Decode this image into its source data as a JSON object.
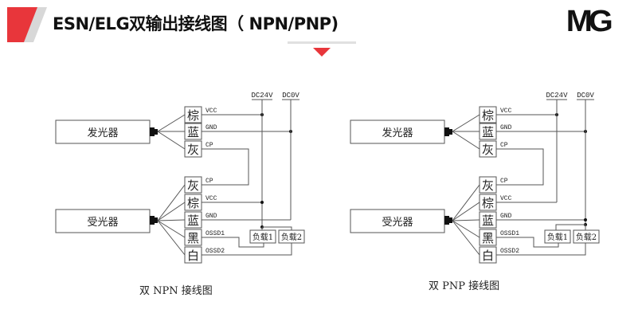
{
  "header": {
    "title": "ESN/ELG双输出接线图（ NPN/PNP)",
    "logo": "MG",
    "accent_color": "#e8363b",
    "accent_shadow_color": "#d8d8d8"
  },
  "diagrams": [
    {
      "id": "npn",
      "caption": "双 NPN 接线图",
      "emitter_label": "发光器",
      "receiver_label": "受光器",
      "rails": [
        "DC24V",
        "DC0V"
      ],
      "emitter_wires": [
        {
          "color_label": "棕",
          "signal": "VCC"
        },
        {
          "color_label": "蓝",
          "signal": "GND"
        },
        {
          "color_label": "灰",
          "signal": "CP"
        }
      ],
      "receiver_wires": [
        {
          "color_label": "灰",
          "signal": "CP"
        },
        {
          "color_label": "棕",
          "signal": "VCC"
        },
        {
          "color_label": "蓝",
          "signal": "GND"
        },
        {
          "color_label": "黑",
          "signal": "OSSD1"
        },
        {
          "color_label": "白",
          "signal": "OSSD2"
        }
      ],
      "loads": [
        "负载1",
        "负载2"
      ],
      "load_common_rail": "DC24V"
    },
    {
      "id": "pnp",
      "caption": "双 PNP 接线图",
      "emitter_label": "发光器",
      "receiver_label": "受光器",
      "rails": [
        "DC24V",
        "DC0V"
      ],
      "emitter_wires": [
        {
          "color_label": "棕",
          "signal": "VCC"
        },
        {
          "color_label": "蓝",
          "signal": "GND"
        },
        {
          "color_label": "灰",
          "signal": "CP"
        }
      ],
      "receiver_wires": [
        {
          "color_label": "灰",
          "signal": "CP"
        },
        {
          "color_label": "棕",
          "signal": "VCC"
        },
        {
          "color_label": "蓝",
          "signal": "GND"
        },
        {
          "color_label": "黑",
          "signal": "OSSD1"
        },
        {
          "color_label": "白",
          "signal": "OSSD2"
        }
      ],
      "loads": [
        "负载1",
        "负载2"
      ],
      "load_common_rail": "DC0V"
    }
  ]
}
